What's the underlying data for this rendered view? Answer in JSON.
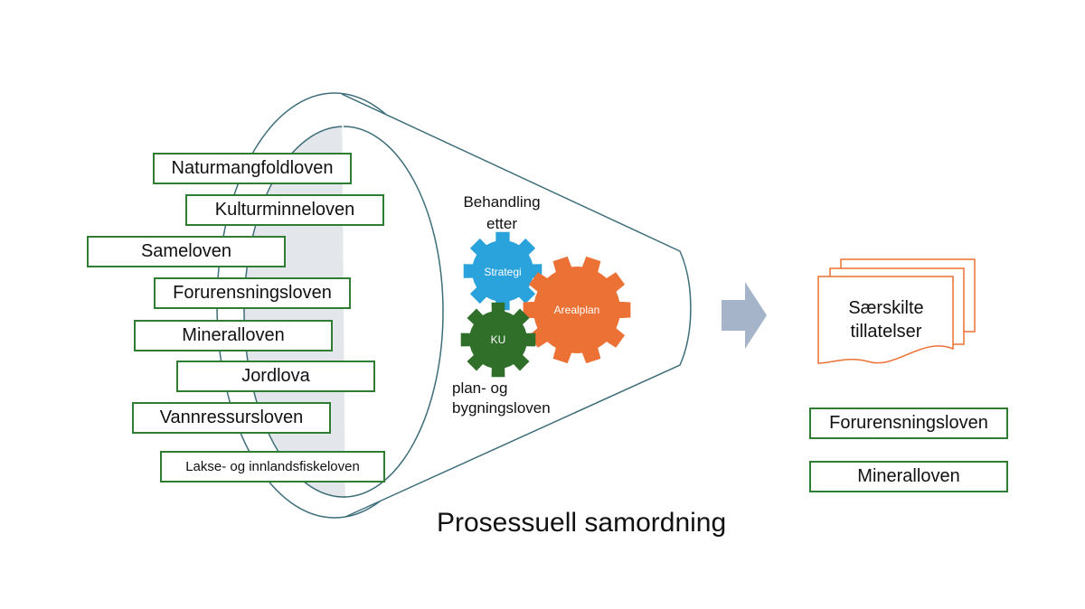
{
  "laws_in": [
    "Naturmangfoldloven",
    "Kulturminneloven",
    "Sameloven",
    "Forurensningsloven",
    "Mineralloven",
    "Jordlova",
    "Vannressursloven",
    "Lakse- og innlandsfiskeloven"
  ],
  "process": {
    "text_top_1": "Behandling",
    "text_top_2": "etter",
    "text_bottom_1": "plan- og",
    "text_bottom_2": "bygningsloven",
    "gears": {
      "strategi": "Strategi",
      "arealplan": "Arealplan",
      "ku": "KU"
    }
  },
  "output": {
    "doc_line_1": "Særskilte",
    "doc_line_2": "tillatelser",
    "laws_out": [
      "Forurensningsloven",
      "Mineralloven"
    ]
  },
  "title": "Prosessuell samordning",
  "colors": {
    "box_border": "#2e7d32",
    "funnel_line": "#3d6e7a",
    "funnel_fill": "#e3e6ea",
    "gear_blue": "#2aa3dc",
    "gear_orange": "#ec7134",
    "gear_green": "#2f6f2a",
    "arrow": "#a5b4c8",
    "doc_border": "#ec7134"
  },
  "icons": {
    "arrow": "arrow-right-icon",
    "document": "document-stack-icon",
    "gear": "gear-icon"
  }
}
